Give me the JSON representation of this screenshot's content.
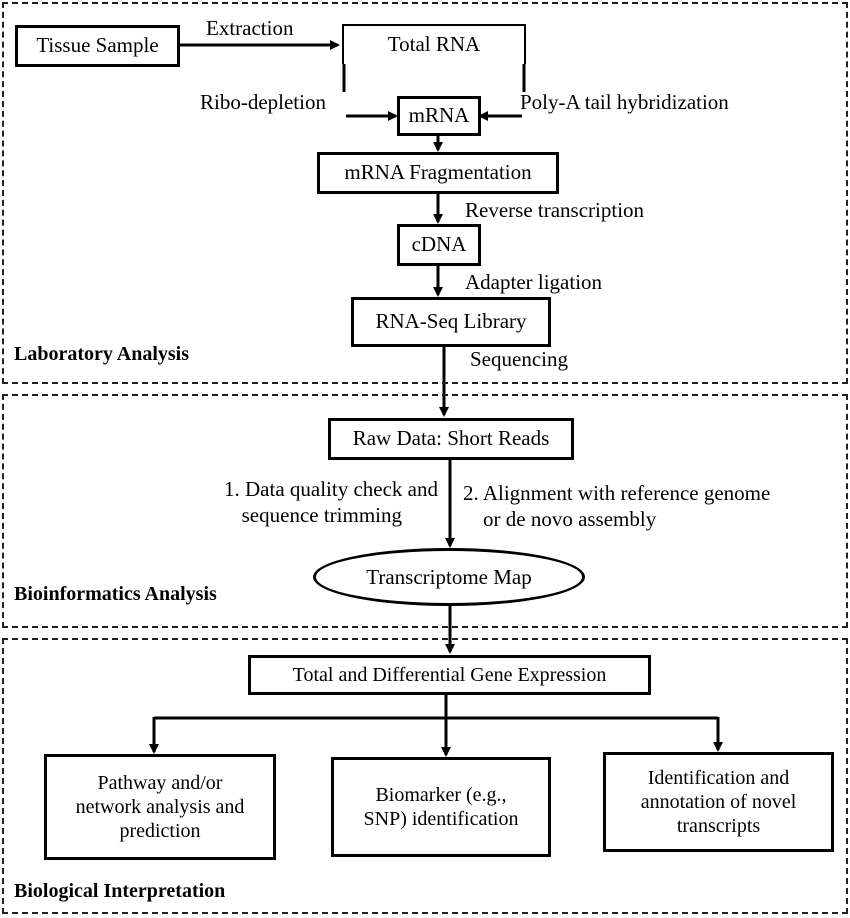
{
  "sections": {
    "lab": "Laboratory Analysis",
    "bio": "Bioinformatics Analysis",
    "interp": "Biological Interpretation"
  },
  "nodes": {
    "tissue": "Tissue Sample",
    "total_rna": "Total RNA",
    "mrna": "mRNA",
    "fragmentation": "mRNA Fragmentation",
    "cdna": "cDNA",
    "library": "RNA-Seq Library",
    "raw_data": "Raw Data: Short Reads",
    "transcriptome": "Transcriptome Map",
    "expression": "Total and Differential Gene Expression",
    "pathway": [
      "Pathway and/or",
      "network analysis and",
      "prediction"
    ],
    "biomarker": [
      "Biomarker (e.g.,",
      "SNP) identification"
    ],
    "novel": [
      "Identification and",
      "annotation of novel",
      "transcripts"
    ]
  },
  "edges": {
    "extraction": "Extraction",
    "ribo": "Ribo-depletion",
    "polya": "Poly-A tail hybridization",
    "reverse": "Reverse transcription",
    "adapter": "Adapter ligation",
    "sequencing": "Sequencing",
    "qc": [
      "1. Data quality check and",
      "sequence trimming"
    ],
    "alignment": [
      "2. Alignment with reference genome",
      "or de novo assembly"
    ]
  }
}
